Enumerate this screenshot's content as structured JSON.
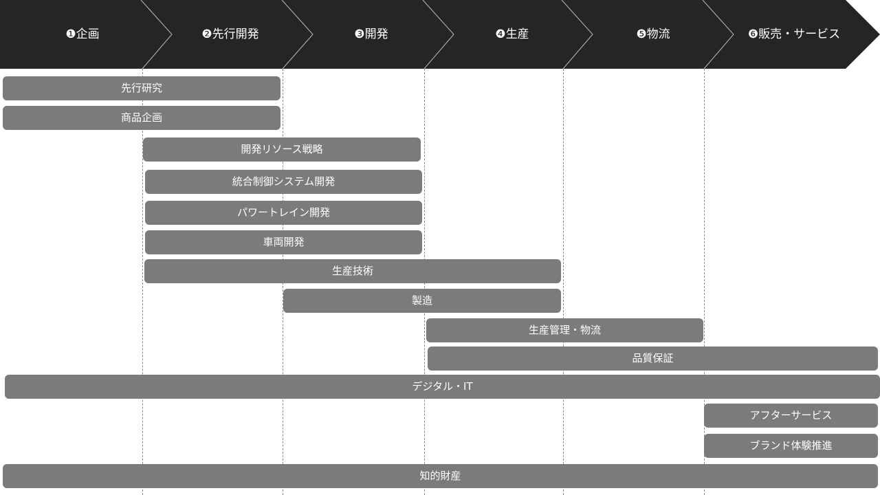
{
  "stages": [
    {
      "number": "❶",
      "label": "企画"
    },
    {
      "number": "❷",
      "label": "先行開発"
    },
    {
      "number": "❸",
      "label": "開発"
    },
    {
      "number": "❹",
      "label": "生産"
    },
    {
      "number": "❺",
      "label": "物流"
    },
    {
      "number": "❻",
      "label": "販売・サービス"
    }
  ],
  "bars": [
    {
      "label": "先行研究"
    },
    {
      "label": "商品企画"
    },
    {
      "label": "開発リソース戦略"
    },
    {
      "label": "統合制御システム開発"
    },
    {
      "label": "パワートレイン開発"
    },
    {
      "label": "車両開発"
    },
    {
      "label": "生産技術"
    },
    {
      "label": "製造"
    },
    {
      "label": "生産管理・物流"
    },
    {
      "label": "品質保証"
    },
    {
      "label": "デジタル・IT"
    },
    {
      "label": "アフターサービス"
    },
    {
      "label": "ブランド体験推進"
    },
    {
      "label": "知的財産"
    }
  ],
  "colors": {
    "header": "#252525",
    "bar": "#7b7b7b",
    "text": "#ffffff"
  }
}
